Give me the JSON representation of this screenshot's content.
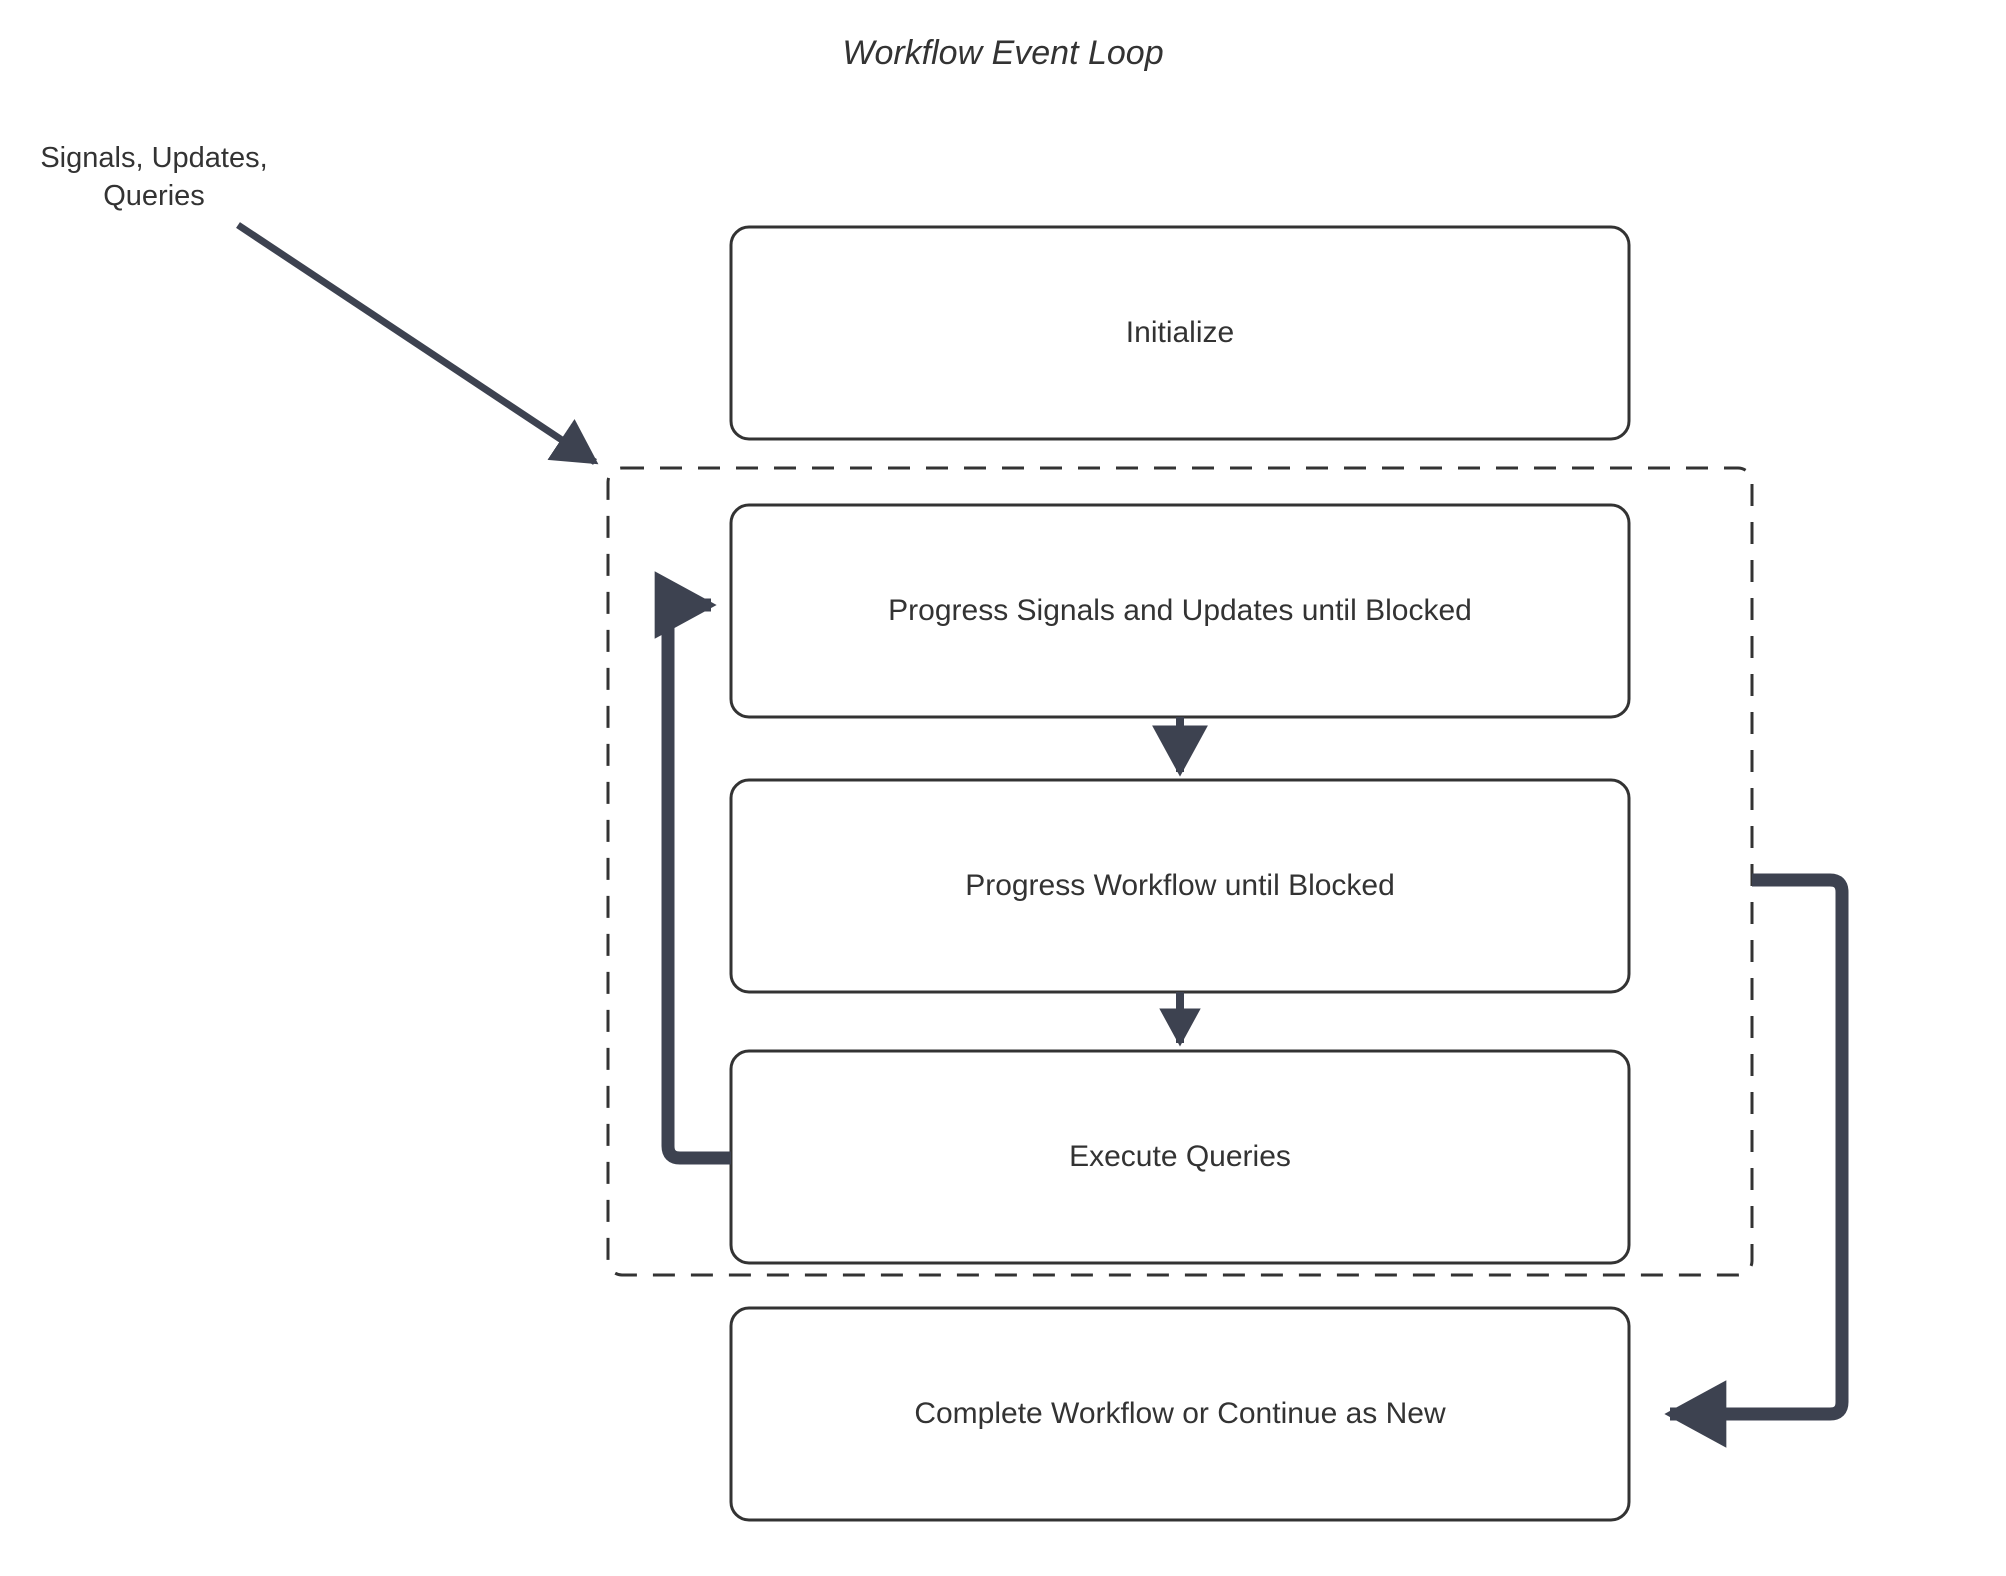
{
  "diagram": {
    "title": "Workflow Event Loop",
    "background_color": "#ffffff",
    "text_color": "#333333",
    "box_border_color": "#333333",
    "arrow_color": "#3d4250",
    "dashed_border_color": "#333333",
    "external_label": "Signals, Updates,\nQueries",
    "loop_group": {
      "name": "event-loop-group",
      "style": "dashed"
    },
    "nodes": [
      {
        "id": "initialize",
        "label": "Initialize"
      },
      {
        "id": "progress-signals",
        "label": "Progress Signals and Updates until Blocked"
      },
      {
        "id": "progress-workflow",
        "label": "Progress Workflow until Blocked"
      },
      {
        "id": "execute-queries",
        "label": "Execute Queries"
      },
      {
        "id": "complete-workflow",
        "label": "Complete Workflow or Continue as New"
      }
    ],
    "edges": [
      {
        "id": "signals-into-loop",
        "from": "Signals, Updates, Queries",
        "to": "event-loop-group",
        "style": "thin-diagonal"
      },
      {
        "id": "signals-to-workflow",
        "from": "progress-signals",
        "to": "progress-workflow",
        "style": "thin-vertical"
      },
      {
        "id": "workflow-to-queries",
        "from": "progress-workflow",
        "to": "execute-queries",
        "style": "thin-vertical"
      },
      {
        "id": "queries-back-to-signals",
        "from": "execute-queries",
        "to": "progress-signals",
        "style": "thick-loop-left"
      },
      {
        "id": "loop-to-complete",
        "from": "event-loop-group",
        "to": "complete-workflow",
        "style": "thick-loop-right"
      }
    ]
  }
}
